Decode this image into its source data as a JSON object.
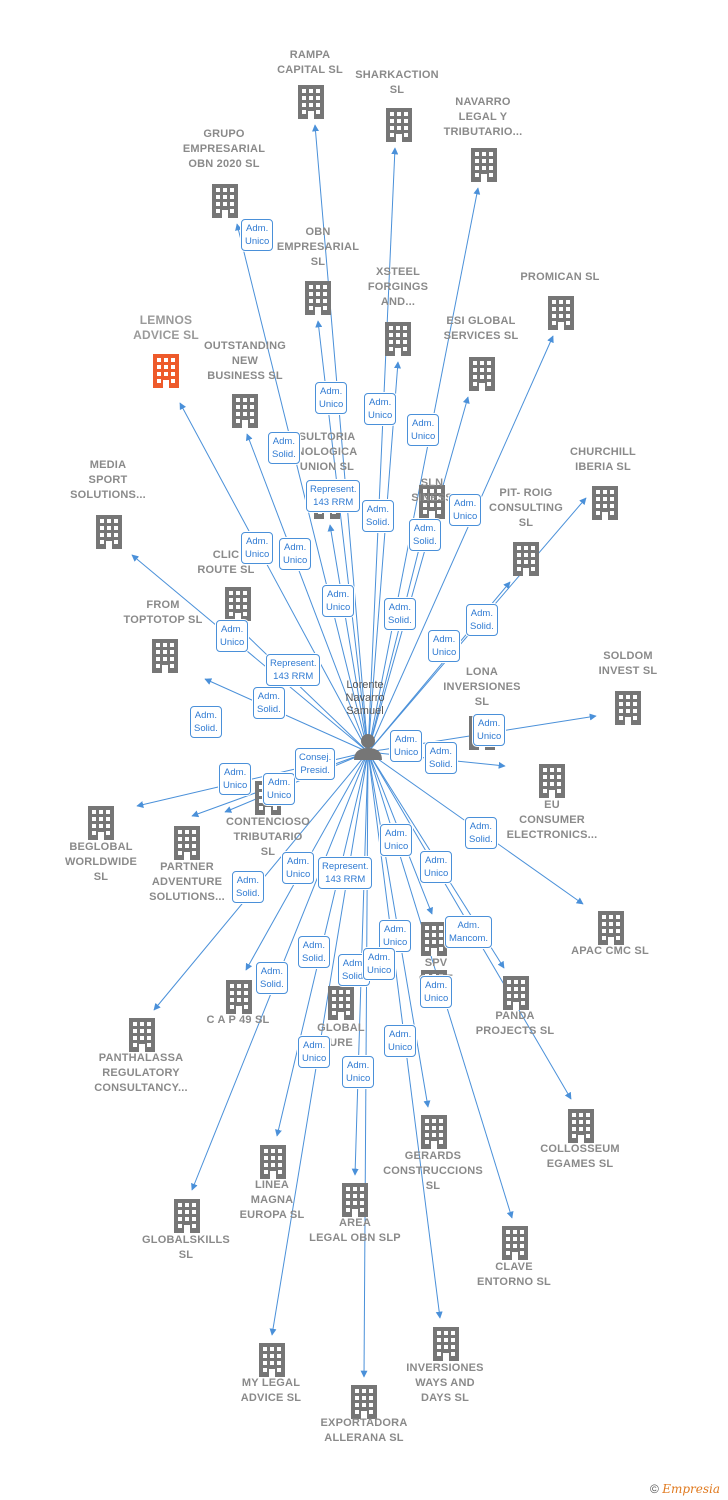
{
  "person": {
    "label": "Lorente\nNavarro\nSamuel"
  },
  "colors": {
    "edge": "#4a90d9",
    "node": "#767676",
    "highlight": "#ee5a2b"
  },
  "companies": [
    {
      "id": "rampa",
      "name": "RAMPA\nCAPITAL SL"
    },
    {
      "id": "sharkaction",
      "name": "SHARKACTION\nSL"
    },
    {
      "id": "navarro",
      "name": "NAVARRO\nLEGAL Y\nTRIBUTARIO..."
    },
    {
      "id": "grupo",
      "name": "GRUPO\nEMPRESARIAL\nOBN 2020 SL"
    },
    {
      "id": "obn",
      "name": "OBN\nEMPRESARIAL\nSL"
    },
    {
      "id": "xsteel",
      "name": "XSTEEL\nFORGINGS\nAND..."
    },
    {
      "id": "promican",
      "name": "PROMICAN SL"
    },
    {
      "id": "lemnos",
      "name": "LEMNOS\nADVICE SL",
      "highlight": true
    },
    {
      "id": "outstanding",
      "name": "OUTSTANDING\nNEW\nBUSINESS SL"
    },
    {
      "id": "esi",
      "name": "ESI GLOBAL\nSERVICES SL"
    },
    {
      "id": "consultoria",
      "name": "SULTORIA\nNOLOGICA\nUNION SL"
    },
    {
      "id": "sln",
      "name": "SLN\nSINESS"
    },
    {
      "id": "churchill",
      "name": "CHURCHILL\nIBERIA SL"
    },
    {
      "id": "media",
      "name": "MEDIA\nSPORT\nSOLUTIONS..."
    },
    {
      "id": "pitroig",
      "name": "PIT- ROIG\nCONSULTING\nSL"
    },
    {
      "id": "click",
      "name": "CLIC\nROUTE SL"
    },
    {
      "id": "fromtototop",
      "name": "FROM\nTOPTOTOP SL"
    },
    {
      "id": "soldom",
      "name": "SOLDOM\nINVEST SL"
    },
    {
      "id": "lona",
      "name": "LONA\nINVERSIONES\nSL"
    },
    {
      "id": "eu",
      "name": "EU\nCONSUMER\nELECTRONICS..."
    },
    {
      "id": "beglobal",
      "name": "BEGLOBAL\nWORLDWIDE\nSL"
    },
    {
      "id": "partner",
      "name": "PARTNER\nADVENTURE\nSOLUTIONS..."
    },
    {
      "id": "contencioso",
      "name": "CONTENCIOSO\nTRIBUTARIO\nSL"
    },
    {
      "id": "apac",
      "name": "APAC CMC SL"
    },
    {
      "id": "spv",
      "name": "SPV"
    },
    {
      "id": "corporate",
      "name": "CO TE\nAD SL"
    },
    {
      "id": "cap49",
      "name": "C A P 49 SL"
    },
    {
      "id": "global",
      "name": "GLOBAL\nURE"
    },
    {
      "id": "panda",
      "name": "PANDA\nPROJECTS SL"
    },
    {
      "id": "panthalassa",
      "name": "PANTHALASSA\nREGULATORY\nCONSULTANCY..."
    },
    {
      "id": "collosseum",
      "name": "COLLOSSEUM\nEGAMES SL"
    },
    {
      "id": "gerards",
      "name": "GERARDS\nCONSTRUCCIONS\nSL"
    },
    {
      "id": "linea",
      "name": "LINEA\nMAGNA\nEUROPA SL"
    },
    {
      "id": "globalskills",
      "name": "GLOBALSKILLS\nSL"
    },
    {
      "id": "area",
      "name": "AREA\nLEGAL OBN SLP"
    },
    {
      "id": "clave",
      "name": "CLAVE\nENTORNO SL"
    },
    {
      "id": "mylegal",
      "name": "MY LEGAL\nADVICE SL"
    },
    {
      "id": "inversiones",
      "name": "INVERSIONES\nWAYS AND\nDAYS SL"
    },
    {
      "id": "exportadora",
      "name": "EXPORTADORA\nALLERANA SL"
    }
  ],
  "roles": [
    {
      "text": "Adm.\nUnico"
    },
    {
      "text": "Adm.\nUnico"
    },
    {
      "text": "Adm.\nUnico"
    },
    {
      "text": "Adm.\nSolid."
    },
    {
      "text": "Adm.\nUnico"
    },
    {
      "text": "Represent.\n143 RRM"
    },
    {
      "text": "Adm.\nSolid."
    },
    {
      "text": "Adm.\nUnico"
    },
    {
      "text": "Adm.\nSolid."
    },
    {
      "text": "Adm.\nUnico"
    },
    {
      "text": "Adm.\nUnico"
    },
    {
      "text": "Adm.\nUnico"
    },
    {
      "text": "Adm.\nSolid."
    },
    {
      "text": "Adm.\nUnico"
    },
    {
      "text": "Adm.\nSolid."
    },
    {
      "text": "Adm.\nUnico"
    },
    {
      "text": "Represent.\n143 RRM"
    },
    {
      "text": "Adm.\nSolid."
    },
    {
      "text": "Adm.\nSolid."
    },
    {
      "text": "Adm.\nUnico"
    },
    {
      "text": "Adm.\nUnico"
    },
    {
      "text": "Adm.\nSolid."
    },
    {
      "text": "Consej.\nPresid."
    },
    {
      "text": "Adm.\nUnico"
    },
    {
      "text": "Adm.\nUnico"
    },
    {
      "text": "Adm.\nSolid."
    },
    {
      "text": "Adm.\nUnico"
    },
    {
      "text": "Represent.\n143 RRM"
    },
    {
      "text": "Adm.\nUnico"
    },
    {
      "text": "Adm.\nSolid."
    },
    {
      "text": "Adm.\nUnico"
    },
    {
      "text": "Adm.\nMancom."
    },
    {
      "text": "Adm.\nSolid."
    },
    {
      "text": "Adm.\nSolid."
    },
    {
      "text": "Adm.\nSolid."
    },
    {
      "text": "Adm.\nUnico"
    },
    {
      "text": "Adm.\nUnico"
    },
    {
      "text": "Adm.\nUnico"
    },
    {
      "text": "Adm.\nUnico"
    },
    {
      "text": "Adm.\nUnico"
    },
    {
      "text": "Adm.\nUnico"
    }
  ],
  "footer": {
    "copyright": "©",
    "brand": "Empresia"
  }
}
